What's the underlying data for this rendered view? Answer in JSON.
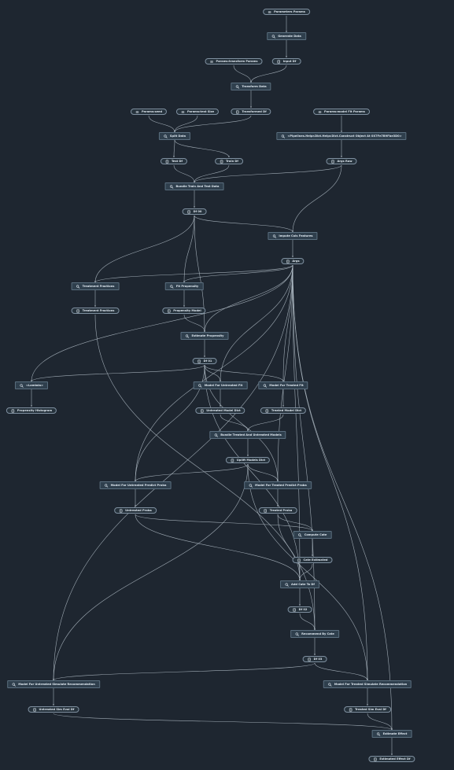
{
  "colors": {
    "background": "#1e2630",
    "edge": "#b8c4ce",
    "task_fill": "#2f3f4d",
    "data_fill": "#26323c",
    "border": "#7f90a0",
    "text": "#dde6ee"
  },
  "nodes": [
    {
      "id": "parameters_params",
      "label": "Parameters Params",
      "kind": "param",
      "icon": "param-icon"
    },
    {
      "id": "generate_data",
      "label": "Generate Data",
      "kind": "task",
      "icon": "gear-icon"
    },
    {
      "id": "input_df",
      "label": "Input Df",
      "kind": "data",
      "icon": "dataset-icon"
    },
    {
      "id": "params_transform",
      "label": "Params:transform Params",
      "kind": "param",
      "icon": "param-icon"
    },
    {
      "id": "transform_data",
      "label": "Transform Data",
      "kind": "task",
      "icon": "gear-icon"
    },
    {
      "id": "transformed_df",
      "label": "Transformed Df",
      "kind": "data",
      "icon": "dataset-icon"
    },
    {
      "id": "params_seed",
      "label": "Params:seed",
      "kind": "param",
      "icon": "param-icon"
    },
    {
      "id": "params_test_size",
      "label": "Params:test Size",
      "kind": "param",
      "icon": "param-icon"
    },
    {
      "id": "params_train_params",
      "label": "Params:model Fit Params",
      "kind": "param",
      "icon": "param-icon"
    },
    {
      "id": "split_data",
      "label": "Split Data",
      "kind": "task",
      "icon": "gear-icon"
    },
    {
      "id": "pipelines_obj",
      "label": "<Pipelines.Helpr.Dict.Helpr.Dict.Construct Object At 0X7Fe7B9Fbe3D0>",
      "kind": "task",
      "icon": "gear-icon"
    },
    {
      "id": "test_df",
      "label": "Test Df",
      "kind": "data",
      "icon": "dataset-icon"
    },
    {
      "id": "train_df",
      "label": "Train Df",
      "kind": "data",
      "icon": "dataset-icon"
    },
    {
      "id": "args_raw",
      "label": "Args Raw",
      "kind": "data",
      "icon": "dataset-icon"
    },
    {
      "id": "bundle_train_test",
      "label": "Bundle Train And Test Data",
      "kind": "task",
      "icon": "gear-icon"
    },
    {
      "id": "df_00",
      "label": "Df 00",
      "kind": "data",
      "icon": "dataset-icon"
    },
    {
      "id": "impute_cols",
      "label": "Impute Cols Features",
      "kind": "task",
      "icon": "gear-icon"
    },
    {
      "id": "args",
      "label": "Args",
      "kind": "data",
      "icon": "dataset-icon"
    },
    {
      "id": "treatment_fractions_task",
      "label": "Treatment Fractions",
      "kind": "task",
      "icon": "gear-icon"
    },
    {
      "id": "fit_propensity",
      "label": "Fit Propensity",
      "kind": "task",
      "icon": "gear-icon"
    },
    {
      "id": "treatment_fractions",
      "label": "Treatment Fractions",
      "kind": "data",
      "icon": "dataset-icon"
    },
    {
      "id": "propensity_model",
      "label": "Propensity Model",
      "kind": "data",
      "icon": "dataset-icon"
    },
    {
      "id": "estimate_propensity",
      "label": "Estimate Propensity",
      "kind": "task",
      "icon": "gear-icon"
    },
    {
      "id": "df_01",
      "label": "Df 01",
      "kind": "data",
      "icon": "dataset-icon"
    },
    {
      "id": "lambda",
      "label": "<Lambda>",
      "kind": "task",
      "icon": "gear-icon"
    },
    {
      "id": "propensity_histogram",
      "label": "Propensity Histogram",
      "kind": "data",
      "icon": "dataset-icon"
    },
    {
      "id": "model_untreated_fit",
      "label": "Model For Untreated Fit",
      "kind": "task",
      "icon": "gear-icon"
    },
    {
      "id": "model_treated_fit",
      "label": "Model For Treated Fit",
      "kind": "task",
      "icon": "gear-icon"
    },
    {
      "id": "untreated_model_dict",
      "label": "Untreated Model Dict",
      "kind": "data",
      "icon": "dataset-icon"
    },
    {
      "id": "treated_model_dict",
      "label": "Treated Model Dict",
      "kind": "data",
      "icon": "dataset-icon"
    },
    {
      "id": "bundle_models",
      "label": "Bundle Treated And Untreated Models",
      "kind": "task",
      "icon": "gear-icon"
    },
    {
      "id": "uplift_models_dict",
      "label": "Uplift Models Dict",
      "kind": "data",
      "icon": "dataset-icon"
    },
    {
      "id": "model_untreated_proba",
      "label": "Model For Untreated Predict Proba",
      "kind": "task",
      "icon": "gear-icon"
    },
    {
      "id": "model_treated_proba",
      "label": "Model For Treated Predict Proba",
      "kind": "task",
      "icon": "gear-icon"
    },
    {
      "id": "untreated_proba",
      "label": "Untreated Proba",
      "kind": "data",
      "icon": "dataset-icon"
    },
    {
      "id": "treated_proba",
      "label": "Treated Proba",
      "kind": "data",
      "icon": "dataset-icon"
    },
    {
      "id": "compute_cate",
      "label": "Compute Cate",
      "kind": "task",
      "icon": "gear-icon"
    },
    {
      "id": "cate_estimated",
      "label": "Cate Estimated",
      "kind": "data",
      "icon": "dataset-icon"
    },
    {
      "id": "add_cate_to_df",
      "label": "Add Cate To Df",
      "kind": "task",
      "icon": "gear-icon"
    },
    {
      "id": "df_02",
      "label": "Df 02",
      "kind": "data",
      "icon": "dataset-icon"
    },
    {
      "id": "recommend_by_cate",
      "label": "Recommend By Cate",
      "kind": "task",
      "icon": "gear-icon"
    },
    {
      "id": "df_03",
      "label": "Df 03",
      "kind": "data",
      "icon": "dataset-icon"
    },
    {
      "id": "model_untreated_sim",
      "label": "Model For Untreated Simulate Recommendation",
      "kind": "task",
      "icon": "gear-icon"
    },
    {
      "id": "model_treated_sim",
      "label": "Model For Treated Simulate Recommendation",
      "kind": "task",
      "icon": "gear-icon"
    },
    {
      "id": "untreated_sim_eval_df",
      "label": "Untreated Sim Eval Df",
      "kind": "data",
      "icon": "dataset-icon"
    },
    {
      "id": "treated_sim_eval_df",
      "label": "Treated Sim Eval Df",
      "kind": "data",
      "icon": "dataset-icon"
    },
    {
      "id": "estimate_effect",
      "label": "Estimate Effect",
      "kind": "task",
      "icon": "gear-icon"
    },
    {
      "id": "estimated_effect_df",
      "label": "Estimated Effect Df",
      "kind": "data",
      "icon": "dataset-icon"
    }
  ],
  "edges": [
    [
      "parameters_params",
      "generate_data"
    ],
    [
      "generate_data",
      "input_df"
    ],
    [
      "input_df",
      "transform_data"
    ],
    [
      "params_transform",
      "transform_data"
    ],
    [
      "transform_data",
      "transformed_df"
    ],
    [
      "transformed_df",
      "split_data"
    ],
    [
      "params_seed",
      "split_data"
    ],
    [
      "params_test_size",
      "split_data"
    ],
    [
      "params_train_params",
      "pipelines_obj"
    ],
    [
      "split_data",
      "test_df"
    ],
    [
      "split_data",
      "train_df"
    ],
    [
      "pipelines_obj",
      "args_raw"
    ],
    [
      "test_df",
      "bundle_train_test"
    ],
    [
      "train_df",
      "bundle_train_test"
    ],
    [
      "args_raw",
      "bundle_train_test"
    ],
    [
      "args_raw",
      "impute_cols"
    ],
    [
      "bundle_train_test",
      "df_00"
    ],
    [
      "df_00",
      "impute_cols"
    ],
    [
      "df_00",
      "treatment_fractions_task"
    ],
    [
      "df_00",
      "fit_propensity"
    ],
    [
      "df_00",
      "estimate_propensity"
    ],
    [
      "impute_cols",
      "args"
    ],
    [
      "args",
      "treatment_fractions_task"
    ],
    [
      "args",
      "fit_propensity"
    ],
    [
      "args",
      "estimate_propensity"
    ],
    [
      "args",
      "lambda"
    ],
    [
      "args",
      "model_untreated_fit"
    ],
    [
      "args",
      "model_treated_fit"
    ],
    [
      "args",
      "model_untreated_proba"
    ],
    [
      "args",
      "model_treated_proba"
    ],
    [
      "args",
      "add_cate_to_df"
    ],
    [
      "args",
      "recommend_by_cate"
    ],
    [
      "args",
      "model_untreated_sim"
    ],
    [
      "args",
      "model_treated_sim"
    ],
    [
      "args",
      "estimate_effect"
    ],
    [
      "treatment_fractions_task",
      "treatment_fractions"
    ],
    [
      "treatment_fractions",
      "recommend_by_cate"
    ],
    [
      "fit_propensity",
      "propensity_model"
    ],
    [
      "propensity_model",
      "estimate_propensity"
    ],
    [
      "estimate_propensity",
      "df_01"
    ],
    [
      "df_01",
      "lambda"
    ],
    [
      "df_01",
      "model_untreated_fit"
    ],
    [
      "df_01",
      "model_treated_fit"
    ],
    [
      "df_01",
      "model_untreated_proba"
    ],
    [
      "df_01",
      "model_treated_proba"
    ],
    [
      "df_01",
      "add_cate_to_df"
    ],
    [
      "lambda",
      "propensity_histogram"
    ],
    [
      "model_untreated_fit",
      "untreated_model_dict"
    ],
    [
      "model_treated_fit",
      "treated_model_dict"
    ],
    [
      "untreated_model_dict",
      "bundle_models"
    ],
    [
      "treated_model_dict",
      "bundle_models"
    ],
    [
      "bundle_models",
      "uplift_models_dict"
    ],
    [
      "uplift_models_dict",
      "model_untreated_proba"
    ],
    [
      "uplift_models_dict",
      "model_treated_proba"
    ],
    [
      "uplift_models_dict",
      "model_untreated_sim"
    ],
    [
      "uplift_models_dict",
      "model_treated_sim"
    ],
    [
      "model_untreated_proba",
      "untreated_proba"
    ],
    [
      "model_treated_proba",
      "treated_proba"
    ],
    [
      "untreated_proba",
      "compute_cate"
    ],
    [
      "treated_proba",
      "compute_cate"
    ],
    [
      "untreated_proba",
      "add_cate_to_df"
    ],
    [
      "treated_proba",
      "add_cate_to_df"
    ],
    [
      "compute_cate",
      "cate_estimated"
    ],
    [
      "cate_estimated",
      "add_cate_to_df"
    ],
    [
      "add_cate_to_df",
      "df_02"
    ],
    [
      "df_02",
      "recommend_by_cate"
    ],
    [
      "recommend_by_cate",
      "df_03"
    ],
    [
      "df_03",
      "model_untreated_sim"
    ],
    [
      "df_03",
      "model_treated_sim"
    ],
    [
      "model_untreated_sim",
      "untreated_sim_eval_df"
    ],
    [
      "model_treated_sim",
      "treated_sim_eval_df"
    ],
    [
      "untreated_sim_eval_df",
      "estimate_effect"
    ],
    [
      "treated_sim_eval_df",
      "estimate_effect"
    ],
    [
      "estimate_effect",
      "estimated_effect_df"
    ]
  ]
}
